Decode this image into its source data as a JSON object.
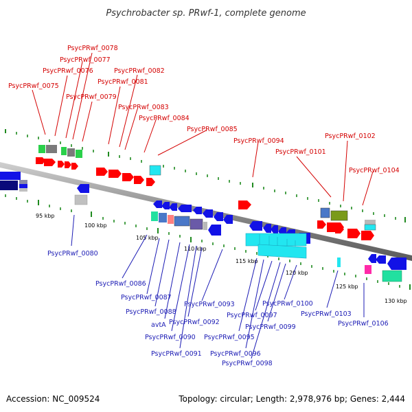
{
  "title": "Psychrobacter sp. PRwf-1, complete genome",
  "footer": {
    "accession": "Accession: NC_009524",
    "summary": "Topology: circular; Length: 2,978,976 bp; Genes: 2,444"
  },
  "colors": {
    "backbone": "#8a8a8a",
    "tick": "#1f8a1f",
    "top_label": "#d40000",
    "bottom_label": "#1a1ab4",
    "forward_gene": "#ff0000",
    "reverse_gene": "#1212e6",
    "rna_cyan": "#22e6f0",
    "dark_blue": "#0a0a7a",
    "olive": "#7a9a1a",
    "pink": "#ff2aa8",
    "teal": "#22e0a0",
    "grey": "#b8b8b8",
    "steel": "#4a78c8",
    "salmon": "#ff8080",
    "lavender": "#6a5aa8"
  },
  "kbp_labels": [
    "95 kbp",
    "100 kbp",
    "105 kbp",
    "110 kbp",
    "115 kbp",
    "120 kbp",
    "125 kbp",
    "130 kbp"
  ],
  "top_labels": [
    "PsycPRwf_0075",
    "PsycPRwf_0076",
    "PsycPRwf_0077",
    "PsycPRwf_0078",
    "PsycPRwf_0079",
    "PsycPRwf_0081",
    "PsycPRwf_0082",
    "PsycPRwf_0083",
    "PsycPRwf_0084",
    "PsycPRwf_0085",
    "PsycPRwf_0094",
    "PsycPRwf_0101",
    "PsycPRwf_0102",
    "PsycPRwf_0104"
  ],
  "bottom_labels": [
    "PsycPRwf_0080",
    "PsycPRwf_0086",
    "PsycPRwf_0087",
    "PsycPRwf_0088",
    "avtA",
    "PsycPRwf_0090",
    "PsycPRwf_0091",
    "PsycPRwf_0092",
    "PsycPRwf_0093",
    "PsycPRwf_0095",
    "PsycPRwf_0096",
    "PsycPRwf_0097",
    "PsycPRwf_0098",
    "PsycPRwf_0099",
    "PsycPRwf_0100",
    "PsycPRwf_0103",
    "PsycPRwf_0106"
  ]
}
